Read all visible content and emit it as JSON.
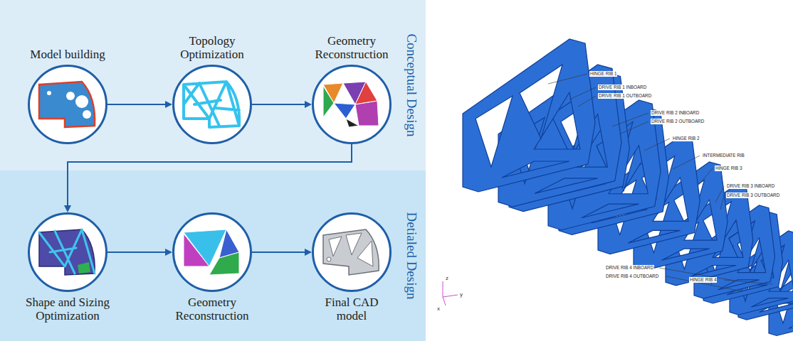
{
  "diagram": {
    "nodes": [
      {
        "text": [
          "Conceptual Design"
        ]
      },
      {
        "text": [
          "Model building"
        ],
        "in": 0
      },
      {
        "text": [
          "Topology Optimization"
        ],
        "in": 0
      },
      {
        "text": [
          "Geometry Reconstruction"
        ],
        "in": 0
      },
      {
        "text": [
          "Detialed Design"
        ]
      },
      {
        "text": [
          "Shape and Sizing Optimization"
        ],
        "in": 4
      },
      {
        "text": [
          "Geometry Reconstruction"
        ],
        "in": 4
      },
      {
        "text": [
          "Final CAD model"
        ],
        "in": 4
      }
    ],
    "edges": [
      {
        "from": 1,
        "to": 2,
        "arrow": "to"
      },
      {
        "from": 2,
        "to": 3,
        "arrow": "to"
      },
      {
        "from": 3,
        "to": 5,
        "arrow": "to"
      },
      {
        "from": 5,
        "to": 6,
        "arrow": "to"
      },
      {
        "from": 6,
        "to": 7,
        "arrow": "to"
      }
    ],
    "labels": [
      "HINGE RIB 1",
      "DRIVE RIB 1 INBOARD",
      "DRIVE RIB 1 OUTBOARD",
      "DRIVE RIB 2 INBOARD",
      "DRIVE RIB 2 OUTBOARD",
      "HINGE RIB 2",
      "INTERMEDIATE RIB",
      "HINGE RIB 3",
      "DRIVE RIB 3 INBOARD",
      "DRIVE RIB 3 OUTBOARD",
      "DRIVE RIB 4 INBOARD",
      "DRIVE RIB 4 OUTBOARD",
      "HINGE RIB 4",
      "z",
      "y",
      "x"
    ]
  }
}
